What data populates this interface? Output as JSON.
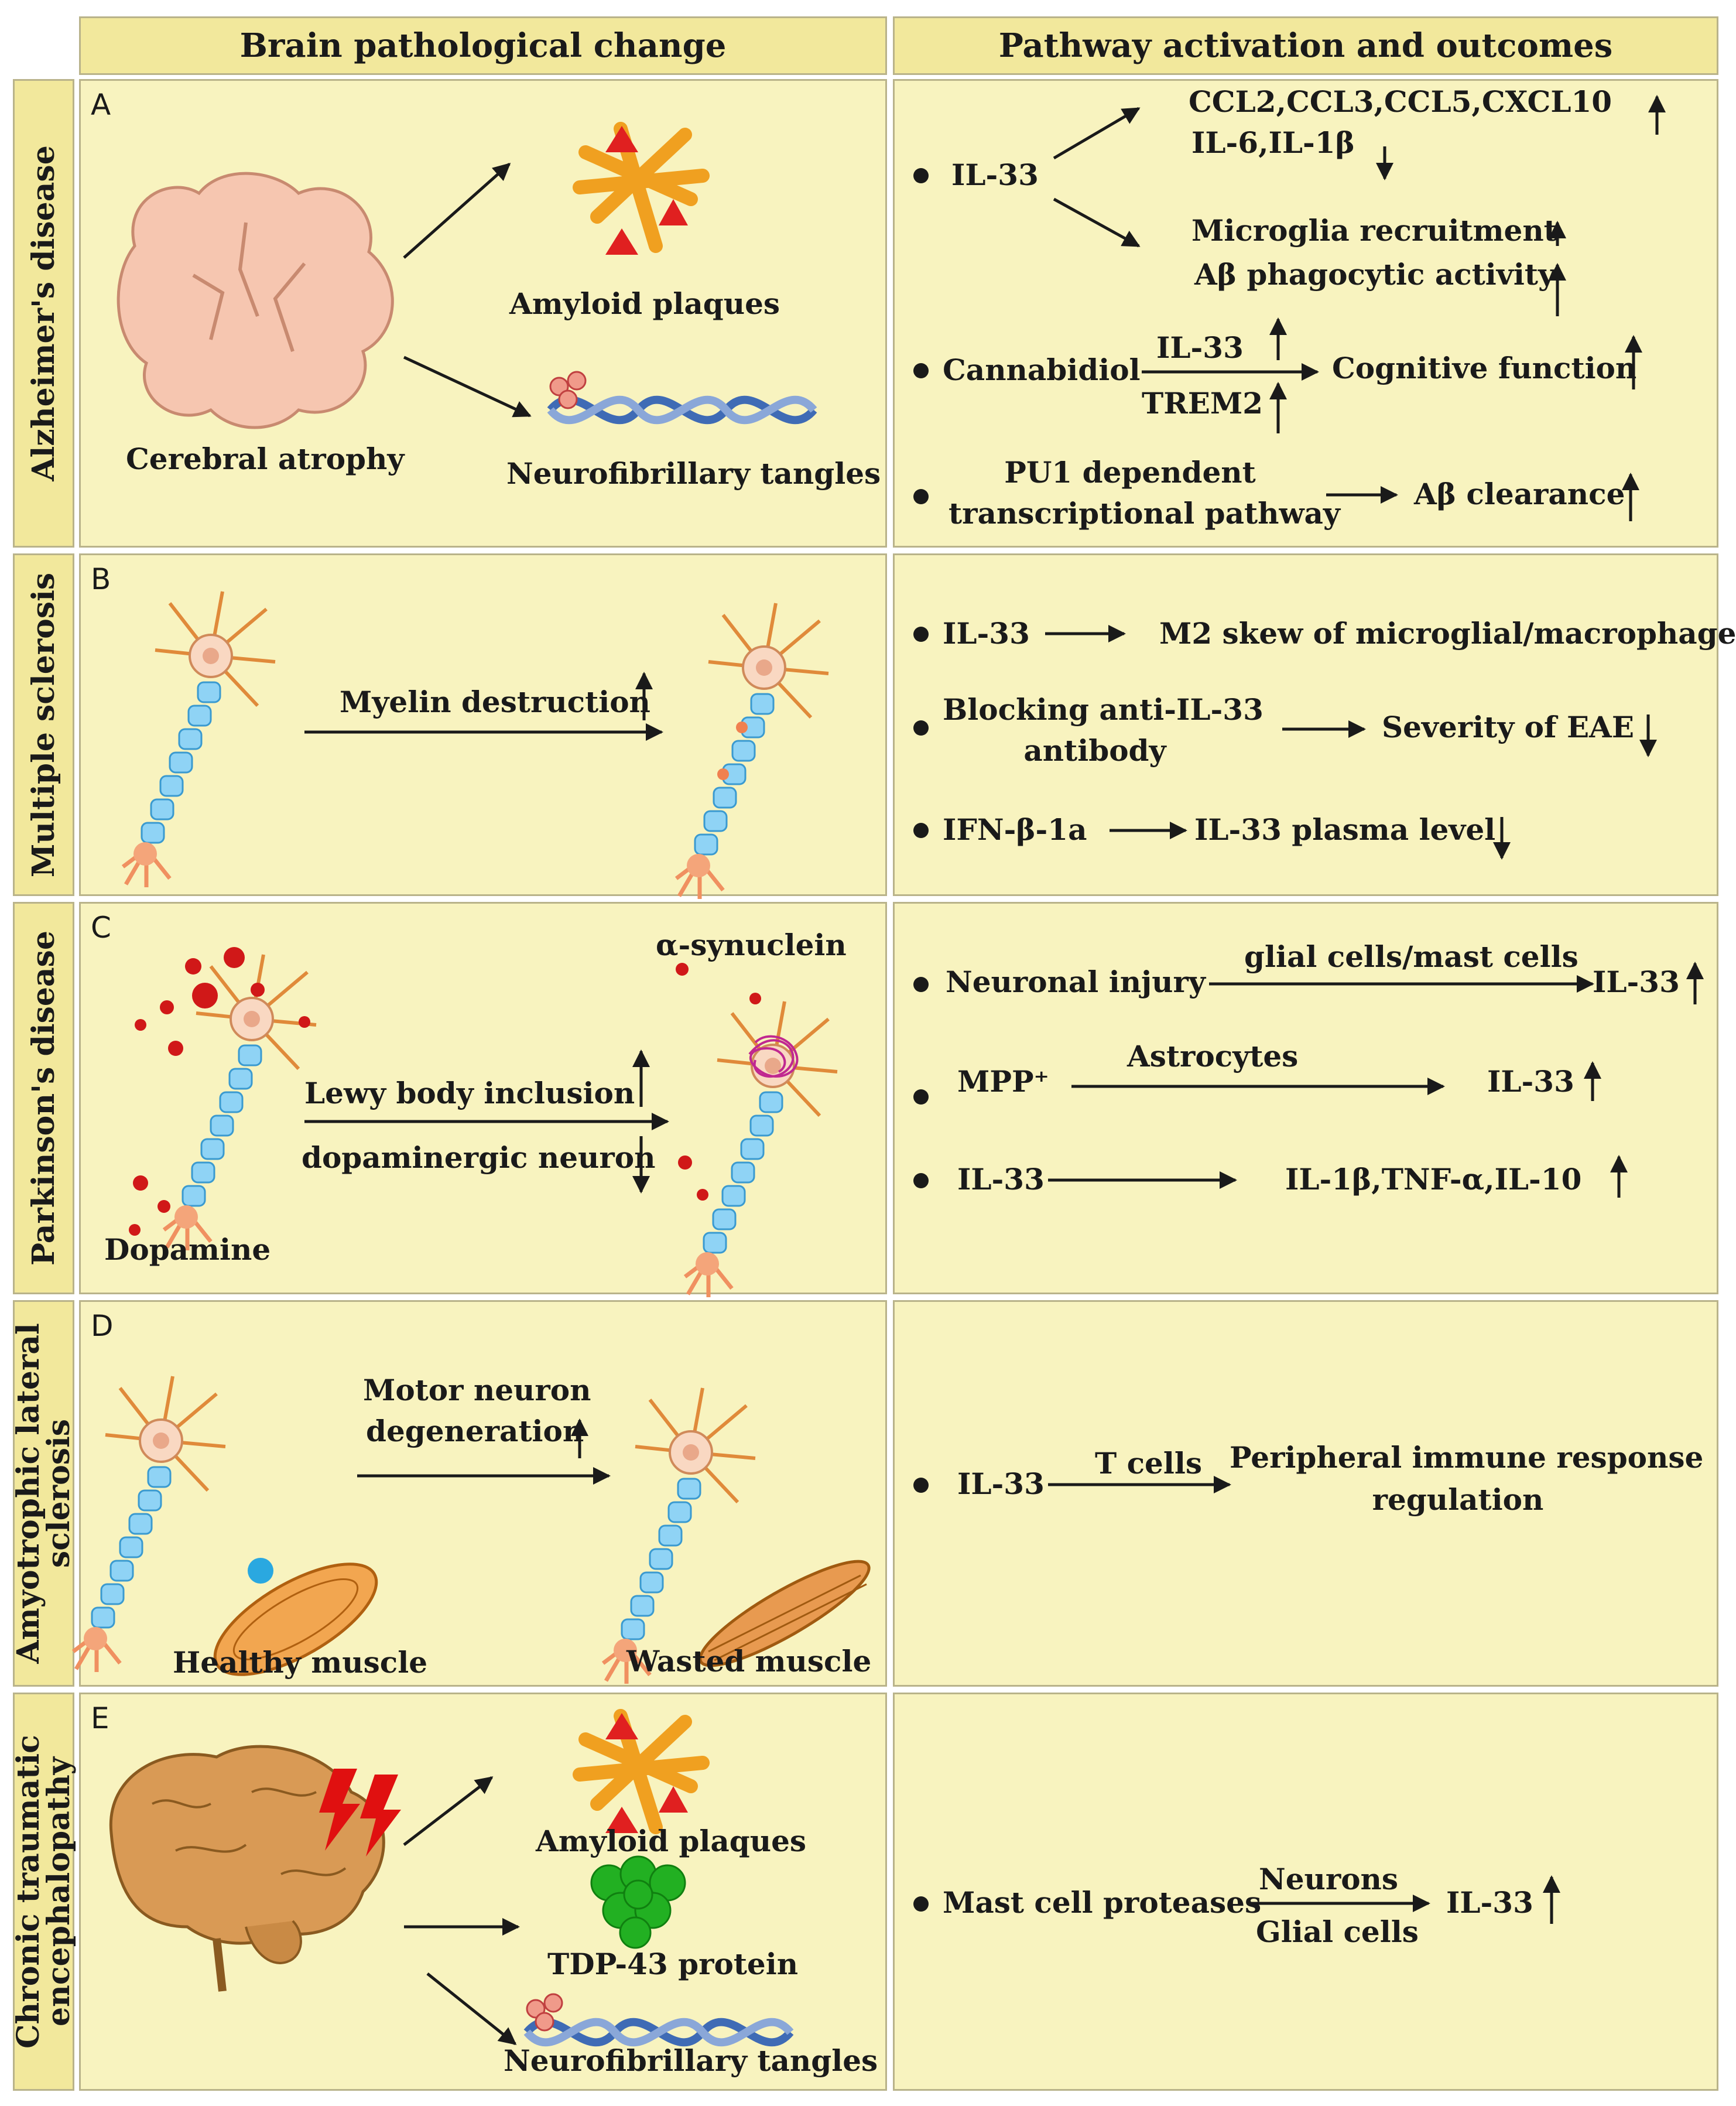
{
  "headers": {
    "left": "Brain pathological change",
    "right": "Pathway activation and outcomes"
  },
  "rows": [
    {
      "side_label": "Alzheimer's disease",
      "letter": "A",
      "left": {
        "cerebral_atrophy": "Cerebral atrophy",
        "amyloid_plaques": "Amyloid plaques",
        "neurofibrillary_tangles": "Neurofibrillary tangles"
      },
      "right": {
        "il33": "IL-33",
        "chemokines": "CCL2,CCL3,CCL5,CXCL10",
        "cytokines": "IL-6,IL-1β",
        "microglia": "Microglia recruitment",
        "abeta_phago": "Aβ phagocytic activity",
        "cannabidiol": "Cannabidiol",
        "cbd_il33": "IL-33",
        "trem2": "TREM2",
        "cognitive": "Cognitive function",
        "pu1_line1": "PU1 dependent",
        "pu1_line2": "transcriptional pathway",
        "abeta_clear": "Aβ clearance"
      }
    },
    {
      "side_label": "Multiple sclerosis",
      "letter": "B",
      "left": {
        "myelin": "Myelin destruction"
      },
      "right": {
        "il33": "IL-33",
        "m2": "M2 skew of microglial/macrophage",
        "blocking_line1": "Blocking anti-IL-33",
        "blocking_line2": "antibody",
        "eae": "Severity of EAE",
        "ifn": "IFN-β-1a",
        "plasma": "IL-33 plasma level"
      }
    },
    {
      "side_label": "Parkinson's disease",
      "letter": "C",
      "left": {
        "synuclein": "α-synuclein",
        "lewy": "Lewy body inclusion",
        "dopaminergic": "dopaminergic neuron",
        "dopamine": "Dopamine"
      },
      "right": {
        "injury": "Neuronal injury",
        "glial_mast": "glial cells/mast cells",
        "il33_a": "IL-33",
        "mpp": "MPP⁺",
        "astrocytes": "Astrocytes",
        "il33_b": "IL-33",
        "il33_c": "IL-33",
        "outputs": "IL-1β,TNF-α,IL-10"
      }
    },
    {
      "side_label_line1": "Amyotrophic lateral",
      "side_label_line2": "sclerosis",
      "letter": "D",
      "left": {
        "motor_line1": "Motor neuron",
        "motor_line2": "degeneration",
        "healthy": "Healthy muscle",
        "wasted": "Wasted muscle"
      },
      "right": {
        "il33": "IL-33",
        "tcells": "T cells",
        "peripheral_line1": "Peripheral immune response",
        "peripheral_line2": "regulation"
      }
    },
    {
      "side_label_line1": "Chronic traumatic",
      "side_label_line2": "encephalopathy",
      "letter": "E",
      "left": {
        "amyloid_plaques": "Amyloid plaques",
        "tdp43": "TDP-43 protein",
        "neurofibrillary_tangles": "Neurofibrillary tangles"
      },
      "right": {
        "mast": "Mast cell proteases",
        "neurons": "Neurons",
        "glial": "Glial cells",
        "il33": "IL-33"
      }
    }
  ],
  "colors": {
    "panel_bg": "#f8f3bf",
    "header_bg": "#f2e89c",
    "border": "#b9b38a",
    "text": "#1a1a1a",
    "amyloid": "#f0a020",
    "amyloid_red": "#e02020",
    "tangle_blue": "#3f6bb5",
    "tdp43_green": "#22b022",
    "dopamine_red": "#d01818",
    "synuclein_pink": "#c02890",
    "brain_pink": "#f6c6b0",
    "brain_tan": "#d99a55",
    "neuron_blue": "#7ec8ef",
    "muscle_orange": "#f2a650",
    "lightning_red": "#e01010"
  }
}
